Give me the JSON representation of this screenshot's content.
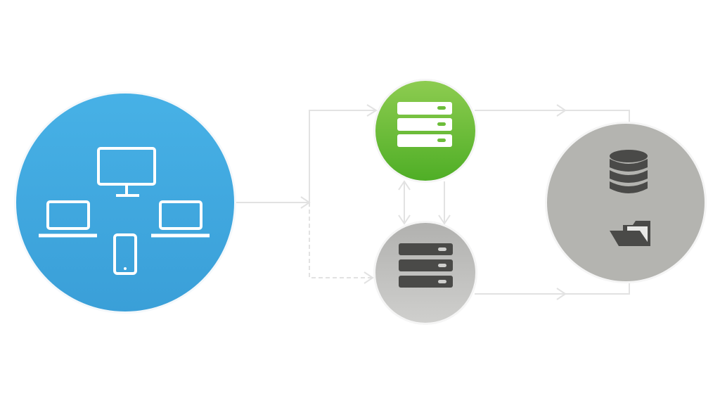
{
  "colors": {
    "background": "#ffffff",
    "clients": "#3ea6df",
    "primary_server": "#5cb82e",
    "secondary_server": "#b9b9b7",
    "storage": "#b4b4b0",
    "connector": "#e2e2e2",
    "dark_icon": "#4a4a48"
  },
  "nodes": [
    {
      "id": "clients",
      "icons": [
        "monitor-icon",
        "laptop-icon",
        "laptop-icon",
        "smartphone-icon"
      ]
    },
    {
      "id": "primary-server",
      "icons": [
        "server-rack-icon"
      ]
    },
    {
      "id": "secondary-server",
      "icons": [
        "server-rack-icon"
      ]
    },
    {
      "id": "storage",
      "icons": [
        "database-icon",
        "folder-icon"
      ]
    }
  ],
  "edges": [
    {
      "from": "clients",
      "to": "primary-server",
      "style": "solid"
    },
    {
      "from": "clients",
      "to": "secondary-server",
      "style": "dashed"
    },
    {
      "from": "primary-server",
      "to": "secondary-server",
      "style": "solid"
    },
    {
      "from": "secondary-server",
      "to": "primary-server",
      "style": "solid"
    },
    {
      "from": "primary-server",
      "to": "storage",
      "style": "solid"
    },
    {
      "from": "secondary-server",
      "to": "storage",
      "style": "solid"
    }
  ]
}
